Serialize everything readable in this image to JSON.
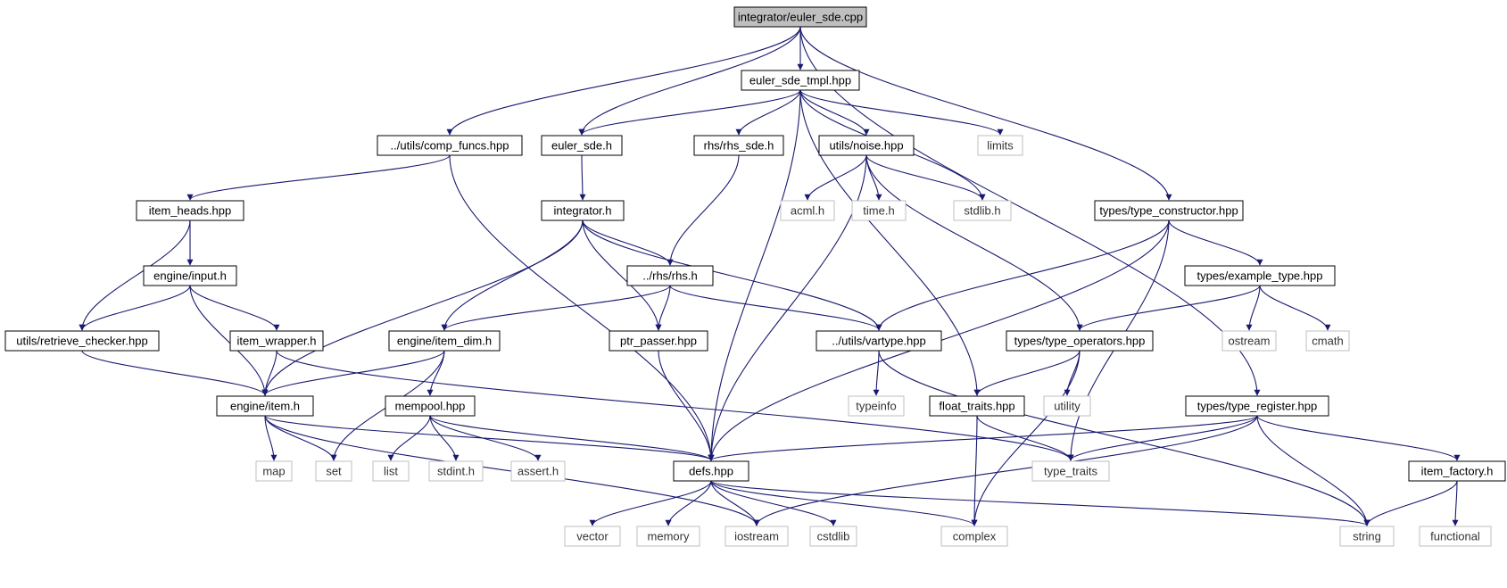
{
  "colors": {
    "edge": "#191970",
    "root_fill": "#bfbfbf",
    "root_border": "#000000",
    "local_border": "#000000",
    "system_border": "#bfbfbf"
  },
  "nodes": [
    {
      "id": "euler_sde_cpp",
      "label": "integrator/euler_sde.cpp",
      "kind": "root"
    },
    {
      "id": "euler_sde_tmpl",
      "label": "euler_sde_tmpl.hpp",
      "kind": "local"
    },
    {
      "id": "comp_funcs",
      "label": "../utils/comp_funcs.hpp",
      "kind": "local"
    },
    {
      "id": "euler_sde_h",
      "label": "euler_sde.h",
      "kind": "local"
    },
    {
      "id": "rhs_sde",
      "label": "rhs/rhs_sde.h",
      "kind": "local"
    },
    {
      "id": "noise",
      "label": "utils/noise.hpp",
      "kind": "local"
    },
    {
      "id": "limits",
      "label": "limits",
      "kind": "system"
    },
    {
      "id": "item_heads",
      "label": "item_heads.hpp",
      "kind": "local"
    },
    {
      "id": "integrator_h",
      "label": "integrator.h",
      "kind": "local"
    },
    {
      "id": "acml",
      "label": "acml.h",
      "kind": "system"
    },
    {
      "id": "time_h",
      "label": "time.h",
      "kind": "system"
    },
    {
      "id": "stdlib_h",
      "label": "stdlib.h",
      "kind": "system"
    },
    {
      "id": "type_constructor",
      "label": "types/type_constructor.hpp",
      "kind": "local"
    },
    {
      "id": "engine_input",
      "label": "engine/input.h",
      "kind": "local"
    },
    {
      "id": "rhs_h",
      "label": "../rhs/rhs.h",
      "kind": "local"
    },
    {
      "id": "example_type",
      "label": "types/example_type.hpp",
      "kind": "local"
    },
    {
      "id": "retrieve_checker",
      "label": "utils/retrieve_checker.hpp",
      "kind": "local"
    },
    {
      "id": "item_wrapper",
      "label": "item_wrapper.h",
      "kind": "local"
    },
    {
      "id": "item_dim",
      "label": "engine/item_dim.h",
      "kind": "local"
    },
    {
      "id": "ptr_passer",
      "label": "ptr_passer.hpp",
      "kind": "local"
    },
    {
      "id": "vartype",
      "label": "../utils/vartype.hpp",
      "kind": "local"
    },
    {
      "id": "type_operators",
      "label": "types/type_operators.hpp",
      "kind": "local"
    },
    {
      "id": "ostream",
      "label": "ostream",
      "kind": "system"
    },
    {
      "id": "cmath",
      "label": "cmath",
      "kind": "system"
    },
    {
      "id": "engine_item",
      "label": "engine/item.h",
      "kind": "local"
    },
    {
      "id": "mempool",
      "label": "mempool.hpp",
      "kind": "local"
    },
    {
      "id": "typeinfo",
      "label": "typeinfo",
      "kind": "system"
    },
    {
      "id": "float_traits",
      "label": "float_traits.hpp",
      "kind": "local"
    },
    {
      "id": "utility",
      "label": "utility",
      "kind": "system"
    },
    {
      "id": "type_register",
      "label": "types/type_register.hpp",
      "kind": "local"
    },
    {
      "id": "map",
      "label": "map",
      "kind": "system"
    },
    {
      "id": "set",
      "label": "set",
      "kind": "system"
    },
    {
      "id": "list",
      "label": "list",
      "kind": "system"
    },
    {
      "id": "stdint",
      "label": "stdint.h",
      "kind": "system"
    },
    {
      "id": "assert_h",
      "label": "assert.h",
      "kind": "system"
    },
    {
      "id": "defs",
      "label": "defs.hpp",
      "kind": "local"
    },
    {
      "id": "type_traits",
      "label": "type_traits",
      "kind": "system"
    },
    {
      "id": "item_factory",
      "label": "item_factory.h",
      "kind": "local"
    },
    {
      "id": "vector",
      "label": "vector",
      "kind": "system"
    },
    {
      "id": "memory",
      "label": "memory",
      "kind": "system"
    },
    {
      "id": "iostream",
      "label": "iostream",
      "kind": "system"
    },
    {
      "id": "cstdlib",
      "label": "cstdlib",
      "kind": "system"
    },
    {
      "id": "complex",
      "label": "complex",
      "kind": "system"
    },
    {
      "id": "string",
      "label": "string",
      "kind": "system"
    },
    {
      "id": "functional",
      "label": "functional",
      "kind": "system"
    }
  ],
  "edges": [
    [
      "euler_sde_cpp",
      "euler_sde_tmpl"
    ],
    [
      "euler_sde_cpp",
      "comp_funcs"
    ],
    [
      "euler_sde_cpp",
      "euler_sde_h"
    ],
    [
      "euler_sde_cpp",
      "type_constructor"
    ],
    [
      "euler_sde_cpp",
      "type_register"
    ],
    [
      "euler_sde_tmpl",
      "euler_sde_h"
    ],
    [
      "euler_sde_tmpl",
      "rhs_sde"
    ],
    [
      "euler_sde_tmpl",
      "noise"
    ],
    [
      "euler_sde_tmpl",
      "limits"
    ],
    [
      "euler_sde_tmpl",
      "stdlib_h"
    ],
    [
      "euler_sde_tmpl",
      "defs"
    ],
    [
      "euler_sde_tmpl",
      "float_traits"
    ],
    [
      "comp_funcs",
      "item_heads"
    ],
    [
      "comp_funcs",
      "defs"
    ],
    [
      "euler_sde_h",
      "integrator_h"
    ],
    [
      "rhs_sde",
      "rhs_h"
    ],
    [
      "noise",
      "acml"
    ],
    [
      "noise",
      "time_h"
    ],
    [
      "noise",
      "stdlib_h"
    ],
    [
      "noise",
      "defs"
    ],
    [
      "noise",
      "type_operators"
    ],
    [
      "item_heads",
      "engine_input"
    ],
    [
      "item_heads",
      "retrieve_checker"
    ],
    [
      "integrator_h",
      "rhs_h"
    ],
    [
      "integrator_h",
      "item_dim"
    ],
    [
      "integrator_h",
      "ptr_passer"
    ],
    [
      "integrator_h",
      "vartype"
    ],
    [
      "integrator_h",
      "engine_item"
    ],
    [
      "type_constructor",
      "example_type"
    ],
    [
      "type_constructor",
      "vartype"
    ],
    [
      "type_constructor",
      "defs"
    ],
    [
      "type_constructor",
      "type_traits"
    ],
    [
      "engine_input",
      "retrieve_checker"
    ],
    [
      "engine_input",
      "item_wrapper"
    ],
    [
      "engine_input",
      "engine_item"
    ],
    [
      "rhs_h",
      "item_dim"
    ],
    [
      "rhs_h",
      "ptr_passer"
    ],
    [
      "rhs_h",
      "vartype"
    ],
    [
      "example_type",
      "type_operators"
    ],
    [
      "example_type",
      "ostream"
    ],
    [
      "example_type",
      "cmath"
    ],
    [
      "retrieve_checker",
      "engine_item"
    ],
    [
      "item_wrapper",
      "engine_item"
    ],
    [
      "item_wrapper",
      "type_traits"
    ],
    [
      "item_dim",
      "engine_item"
    ],
    [
      "item_dim",
      "mempool"
    ],
    [
      "item_dim",
      "set"
    ],
    [
      "ptr_passer",
      "defs"
    ],
    [
      "vartype",
      "typeinfo"
    ],
    [
      "vartype",
      "string"
    ],
    [
      "type_operators",
      "float_traits"
    ],
    [
      "type_operators",
      "utility"
    ],
    [
      "type_operators",
      "complex"
    ],
    [
      "engine_item",
      "map"
    ],
    [
      "engine_item",
      "set"
    ],
    [
      "engine_item",
      "defs"
    ],
    [
      "engine_item",
      "iostream"
    ],
    [
      "mempool",
      "list"
    ],
    [
      "mempool",
      "stdint"
    ],
    [
      "mempool",
      "assert_h"
    ],
    [
      "mempool",
      "defs"
    ],
    [
      "float_traits",
      "type_traits"
    ],
    [
      "float_traits",
      "complex"
    ],
    [
      "type_register",
      "defs"
    ],
    [
      "type_register",
      "type_traits"
    ],
    [
      "type_register",
      "item_factory"
    ],
    [
      "type_register",
      "string"
    ],
    [
      "type_register",
      "iostream"
    ],
    [
      "defs",
      "vector"
    ],
    [
      "defs",
      "memory"
    ],
    [
      "defs",
      "iostream"
    ],
    [
      "defs",
      "cstdlib"
    ],
    [
      "defs",
      "complex"
    ],
    [
      "defs",
      "string"
    ],
    [
      "item_factory",
      "string"
    ],
    [
      "item_factory",
      "functional"
    ]
  ]
}
